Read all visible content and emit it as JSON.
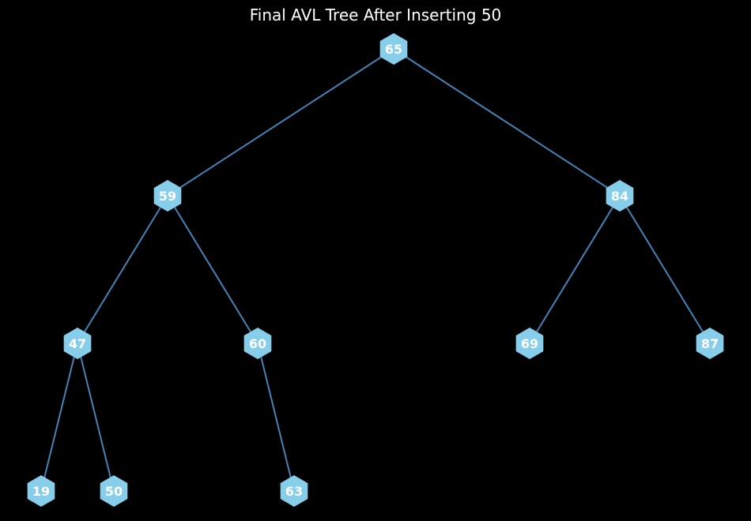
{
  "title": "Final AVL Tree After Inserting 50",
  "colors": {
    "background": "#000000",
    "node_fill": "#87ceeb",
    "edge": "#4682b4",
    "label": "#ffffff",
    "title": "#ffffff"
  },
  "node_shape": "hexagon",
  "nodes": [
    {
      "id": "65",
      "label": "65"
    },
    {
      "id": "59",
      "label": "59"
    },
    {
      "id": "84",
      "label": "84"
    },
    {
      "id": "47",
      "label": "47"
    },
    {
      "id": "60",
      "label": "60"
    },
    {
      "id": "69",
      "label": "69"
    },
    {
      "id": "87",
      "label": "87"
    },
    {
      "id": "19",
      "label": "19"
    },
    {
      "id": "50",
      "label": "50"
    },
    {
      "id": "63",
      "label": "63"
    }
  ],
  "edges": [
    {
      "from": "65",
      "to": "59"
    },
    {
      "from": "65",
      "to": "84"
    },
    {
      "from": "59",
      "to": "47"
    },
    {
      "from": "59",
      "to": "60"
    },
    {
      "from": "84",
      "to": "69"
    },
    {
      "from": "84",
      "to": "87"
    },
    {
      "from": "47",
      "to": "19"
    },
    {
      "from": "47",
      "to": "50"
    },
    {
      "from": "60",
      "to": "63"
    }
  ]
}
